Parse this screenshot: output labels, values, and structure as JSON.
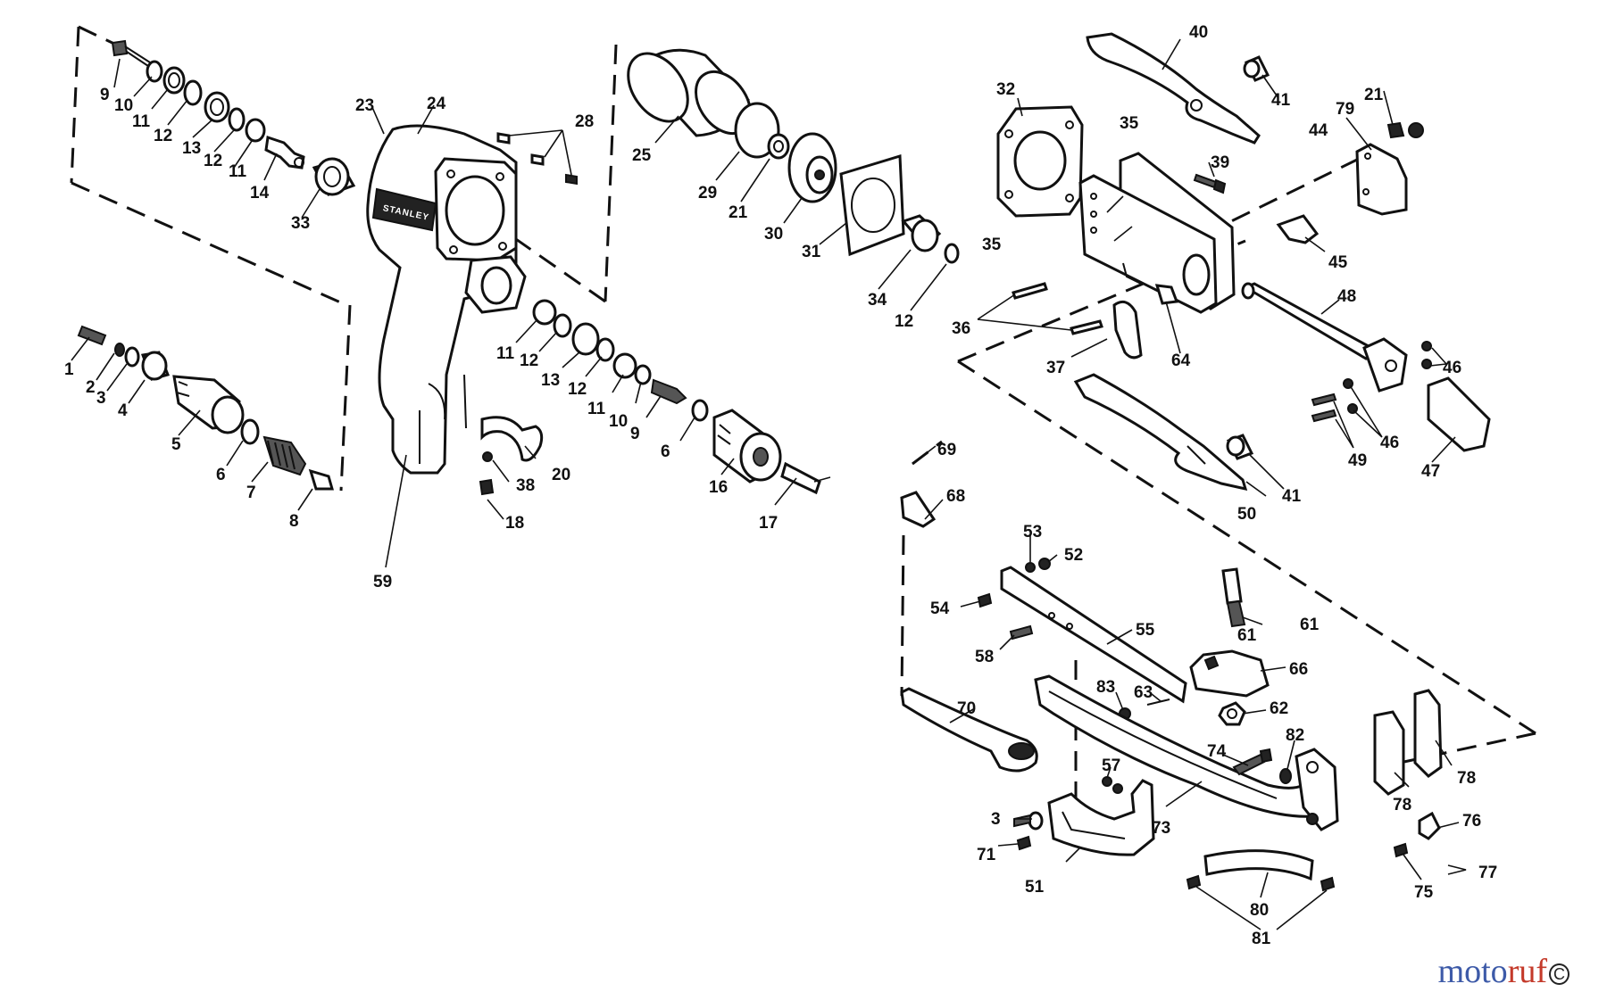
{
  "diagram": {
    "tool_brand_text": "STANLEY",
    "callouts": [
      "1",
      "2",
      "3",
      "4",
      "5",
      "6",
      "7",
      "8",
      "9",
      "10",
      "11",
      "12",
      "13",
      "12",
      "11",
      "14",
      "23",
      "24",
      "28",
      "33",
      "25",
      "29",
      "21",
      "30",
      "31",
      "34",
      "12",
      "11",
      "12",
      "13",
      "12",
      "11",
      "10",
      "9",
      "6",
      "16",
      "17",
      "20",
      "38",
      "18",
      "59",
      "32",
      "35",
      "35",
      "39",
      "40",
      "41",
      "21",
      "79",
      "44",
      "45",
      "48",
      "36",
      "37",
      "64",
      "46",
      "46",
      "49",
      "47",
      "50",
      "41",
      "69",
      "68",
      "53",
      "52",
      "54",
      "55",
      "61",
      "61",
      "58",
      "66",
      "83",
      "63",
      "62",
      "70",
      "74",
      "82",
      "57",
      "73",
      "78",
      "78",
      "3",
      "71",
      "51",
      "76",
      "77",
      "75",
      "80",
      "81"
    ]
  },
  "watermark": {
    "blue_part": "moto",
    "red_part": "ruf",
    "corner_mark": "C"
  }
}
